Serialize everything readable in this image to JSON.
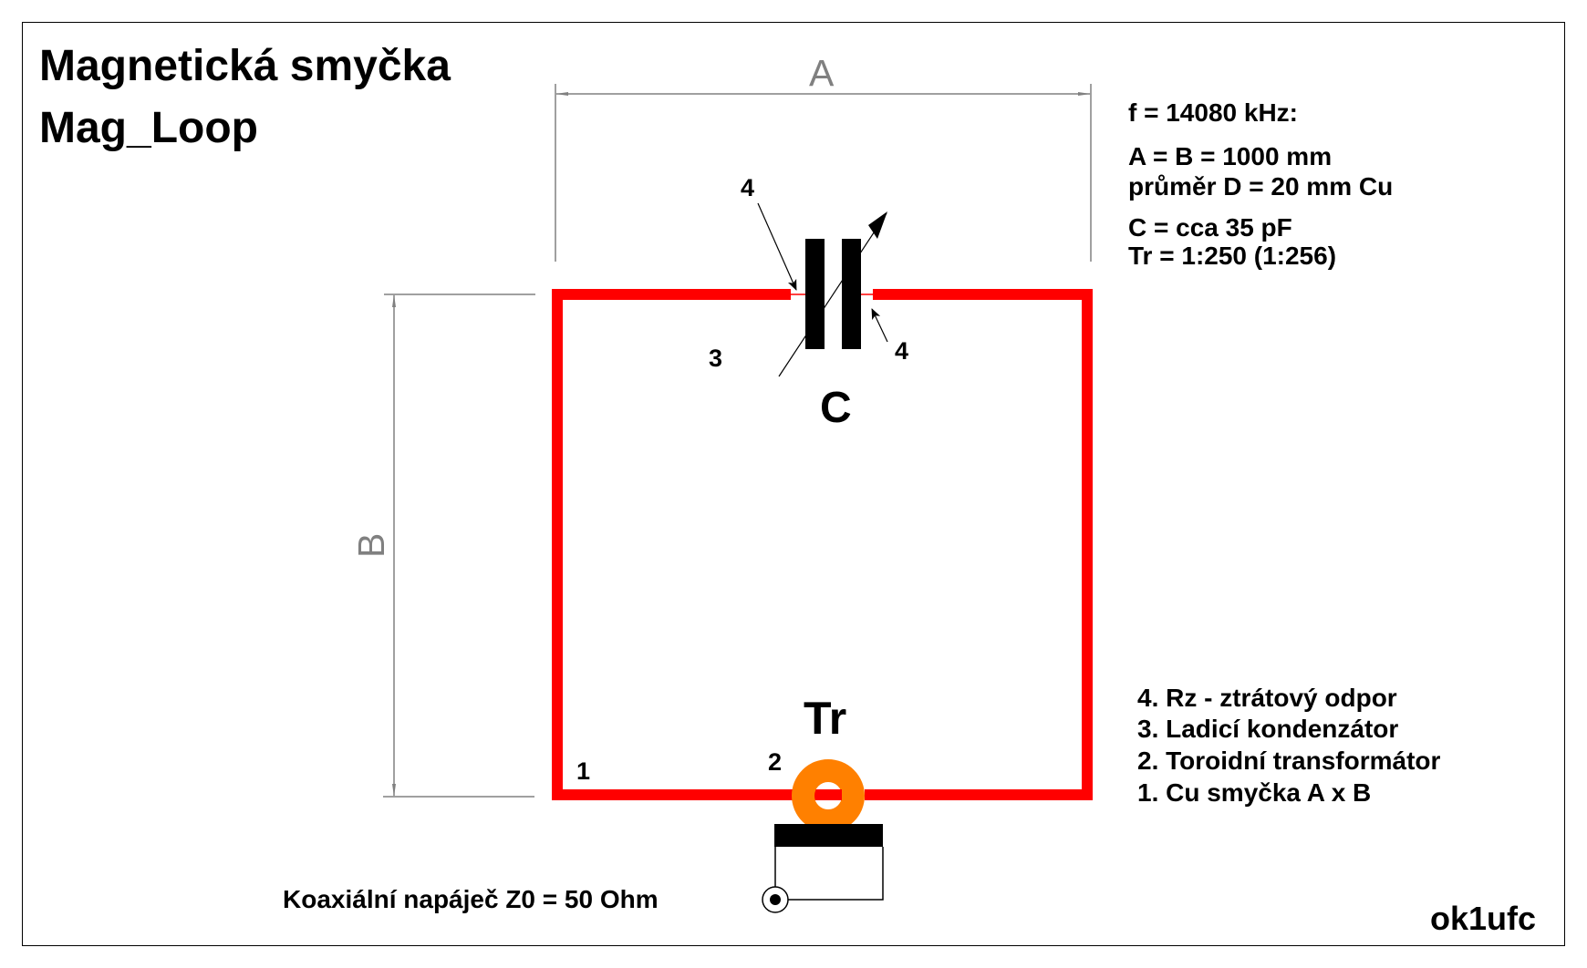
{
  "title": {
    "line1": "Magnetická smyčka",
    "line2": "Mag_Loop"
  },
  "dimensions": {
    "width_label": "A",
    "height_label": "B"
  },
  "specs": {
    "frequency": "f = 14080 kHz:",
    "size": "A = B = 1000 mm",
    "diameter": "průměr D = 20 mm Cu",
    "capacitance": "C = cca 35 pF",
    "transformer_ratio": "Tr = 1:250  (1:256)"
  },
  "components": {
    "capacitor_label": "C",
    "transformer_label": "Tr"
  },
  "callouts": {
    "loss_resistor_top": "4",
    "loss_resistor_bottom": "4",
    "tuning_capacitor": "3",
    "toroid": "2",
    "loop": "1"
  },
  "legend": [
    "4. Rz - ztrátový odpor",
    "3. Ladicí kondenzátor",
    "2. Toroidní transformátor",
    "1. Cu smyčka A x B"
  ],
  "feed_label": "Koaxiální napáječ Z0 = 50 Ohm",
  "author": "ok1ufc",
  "colors": {
    "loop": "#ff0000",
    "toroid": "#ff8000",
    "dimension": "#808080",
    "ink": "#000000"
  }
}
